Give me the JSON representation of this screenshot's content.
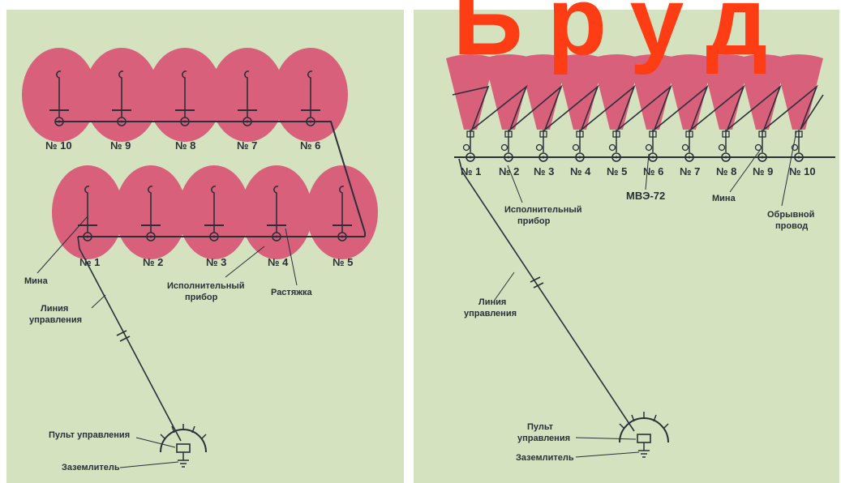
{
  "watermark": "Бруд",
  "left": {
    "top_row_labels": [
      "№ 10",
      "№ 9",
      "№ 8",
      "№ 7",
      "№ 6"
    ],
    "bottom_row_labels": [
      "№ 1",
      "№ 2",
      "№ 3",
      "№ 4",
      "№ 5"
    ],
    "callouts": {
      "mine": "Мина",
      "control_line": [
        "Линия",
        "управления"
      ],
      "actuator": [
        "Исполнительный",
        "прибор"
      ],
      "tripwire": "Растяжка",
      "control_panel": "Пульт управления",
      "ground": "Заземлитель"
    }
  },
  "right": {
    "labels": [
      "№ 1",
      "№ 2",
      "№ 3",
      "№ 4",
      "№ 5",
      "№ 6",
      "№ 7",
      "№ 8",
      "№ 9",
      "№ 10"
    ],
    "callouts": {
      "actuator": [
        "Исполнительный",
        "прибор"
      ],
      "mve": "МВЭ-72",
      "mine": "Мина",
      "break_wire": [
        "Обрывной",
        "провод"
      ],
      "control_line": [
        "Линия",
        "управления"
      ],
      "control_panel": [
        "Пульт",
        "управления"
      ],
      "ground": "Заземлитель"
    }
  },
  "colors": {
    "paper": "#d4e2bf",
    "zone": "#d9607a",
    "ink": "#2a2f3a",
    "watermark": "#ff3d14"
  }
}
